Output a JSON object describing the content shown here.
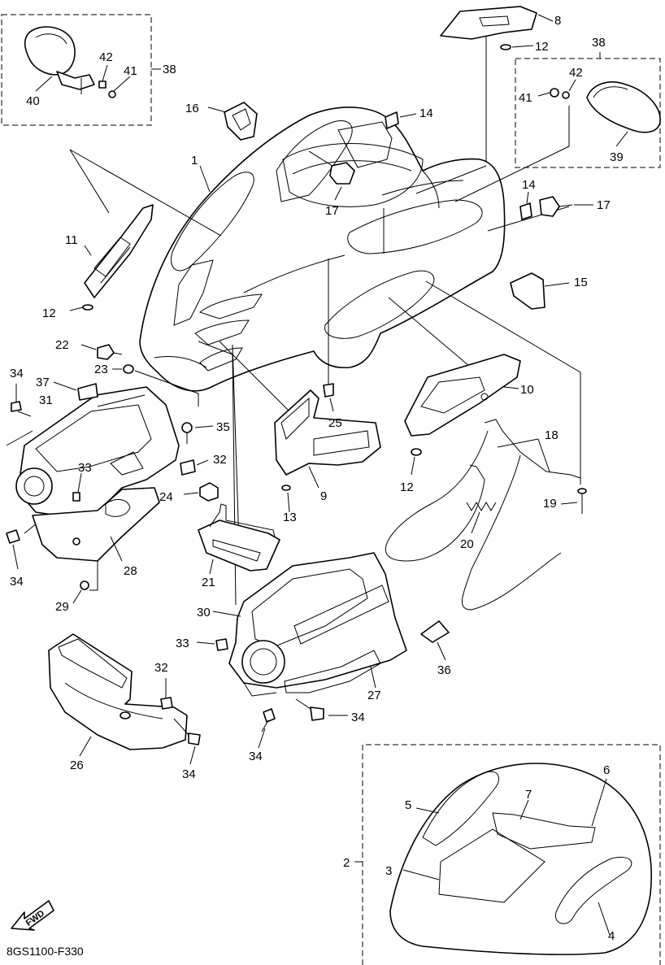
{
  "callouts": [
    {
      "id": "c1",
      "text": "1"
    },
    {
      "id": "c2",
      "text": "2"
    },
    {
      "id": "c3",
      "text": "3"
    },
    {
      "id": "c4",
      "text": "4"
    },
    {
      "id": "c5",
      "text": "5"
    },
    {
      "id": "c6",
      "text": "6"
    },
    {
      "id": "c7",
      "text": "7"
    },
    {
      "id": "c8",
      "text": "8"
    },
    {
      "id": "c9",
      "text": "9"
    },
    {
      "id": "c10",
      "text": "10"
    },
    {
      "id": "c11",
      "text": "11"
    },
    {
      "id": "c12a",
      "text": "12"
    },
    {
      "id": "c12b",
      "text": "12"
    },
    {
      "id": "c12c",
      "text": "12"
    },
    {
      "id": "c13",
      "text": "13"
    },
    {
      "id": "c14a",
      "text": "14"
    },
    {
      "id": "c14b",
      "text": "14"
    },
    {
      "id": "c15",
      "text": "15"
    },
    {
      "id": "c16",
      "text": "16"
    },
    {
      "id": "c17a",
      "text": "17"
    },
    {
      "id": "c17b",
      "text": "17"
    },
    {
      "id": "c18",
      "text": "18"
    },
    {
      "id": "c19",
      "text": "19"
    },
    {
      "id": "c20",
      "text": "20"
    },
    {
      "id": "c21",
      "text": "21"
    },
    {
      "id": "c22",
      "text": "22"
    },
    {
      "id": "c23",
      "text": "23"
    },
    {
      "id": "c24",
      "text": "24"
    },
    {
      "id": "c25",
      "text": "25"
    },
    {
      "id": "c26",
      "text": "26"
    },
    {
      "id": "c27",
      "text": "27"
    },
    {
      "id": "c28",
      "text": "28"
    },
    {
      "id": "c29",
      "text": "29"
    },
    {
      "id": "c30",
      "text": "30"
    },
    {
      "id": "c31",
      "text": "31"
    },
    {
      "id": "c32a",
      "text": "32"
    },
    {
      "id": "c32b",
      "text": "32"
    },
    {
      "id": "c33a",
      "text": "33"
    },
    {
      "id": "c33b",
      "text": "33"
    },
    {
      "id": "c34a",
      "text": "34"
    },
    {
      "id": "c34b",
      "text": "34"
    },
    {
      "id": "c34c",
      "text": "34"
    },
    {
      "id": "c34d",
      "text": "34"
    },
    {
      "id": "c34e",
      "text": "34"
    },
    {
      "id": "c35",
      "text": "35"
    },
    {
      "id": "c36",
      "text": "36"
    },
    {
      "id": "c38a",
      "text": "38"
    },
    {
      "id": "c38b",
      "text": "38"
    },
    {
      "id": "c39",
      "text": "39"
    },
    {
      "id": "c40",
      "text": "40"
    },
    {
      "id": "c41a",
      "text": "41"
    },
    {
      "id": "c41b",
      "text": "41"
    },
    {
      "id": "c42a",
      "text": "42"
    },
    {
      "id": "c42b",
      "text": "42"
    },
    {
      "id": "c37",
      "text": "37"
    }
  ],
  "fwd_label": "FWD",
  "diagram_code": "8GS1100-F330"
}
